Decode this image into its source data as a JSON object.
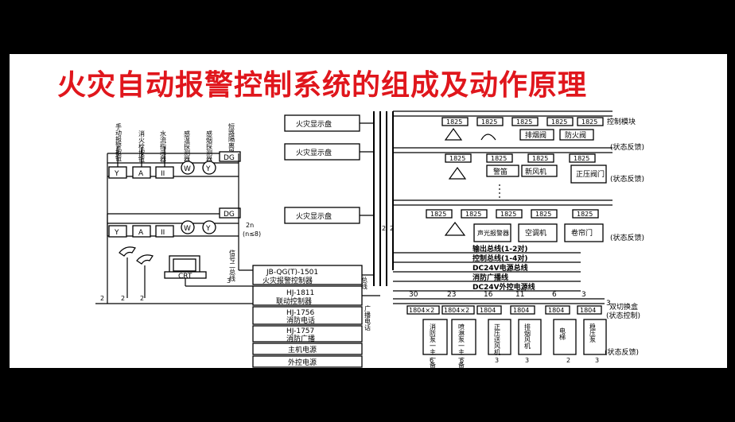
{
  "title": "火灾自动报警控制系统的组成及动作原理",
  "detectors": {
    "headers": [
      "手动报警按钮",
      "消火栓按钮",
      "水流指示器",
      "感温探测器",
      "感烟探测器",
      "短路隔离器"
    ],
    "symbols": [
      "Y",
      "A",
      "II",
      "W",
      "Y"
    ],
    "dg": "DG",
    "loop_note_1": "2n",
    "loop_note_2": "(n≤8)",
    "signal_label": "信号二总线"
  },
  "displays": [
    "火灾显示盘",
    "火灾显示盘",
    "火灾显示盘"
  ],
  "modules": {
    "module_code": "1825",
    "control_module_label": "控制模块",
    "feedback_label": "(状态反馈)",
    "row1_devices": [
      "排烟阀",
      "防火阀"
    ],
    "row2_devices": [
      "警笛",
      "新风机",
      "正压阀门"
    ],
    "row3_devices": [
      "声光报警器",
      "空调机",
      "卷帘门"
    ]
  },
  "buses": [
    "输出总线(1-2对)",
    "控制总线(1-4对)",
    "DC24V电源总线",
    "消防广播线",
    "DC24V外控电源线"
  ],
  "bus_label": "总线",
  "broadcast_phone_label": "广播电话",
  "controller": {
    "main_model": "JB-QG(T)-1501",
    "main_name": "火灾报警控制器",
    "linkage_model": "HJ-1811",
    "linkage_name": "联动控制器",
    "phone_model": "HJ-1756",
    "phone_name": "消防电话",
    "broadcast_model": "HJ-1757",
    "broadcast_name": "消防广播",
    "main_power": "主机电源",
    "external_power": "外控电源"
  },
  "crt": "CRT",
  "pumps": {
    "top_numbers": [
      "30",
      "23",
      "16",
      "11",
      "6",
      "3",
      "3"
    ],
    "module_labels": [
      "1804×2",
      "1804×2",
      "1804",
      "1804",
      "1804",
      "1804"
    ],
    "devices": [
      "消防泵一主一备",
      "喷淋泵一主一备",
      "正压送风机",
      "排烟风机",
      "电梯",
      "稳压泵"
    ],
    "bottom_numbers": [
      "6",
      "6",
      "3",
      "3",
      "2",
      "3"
    ],
    "dual_switch_label": "双切换盒",
    "status_control_label": "(状态控制)",
    "feedback_label": "(状态反馈)"
  },
  "wire_counts": [
    "2",
    "3",
    "2",
    "2",
    "2",
    "2"
  ]
}
